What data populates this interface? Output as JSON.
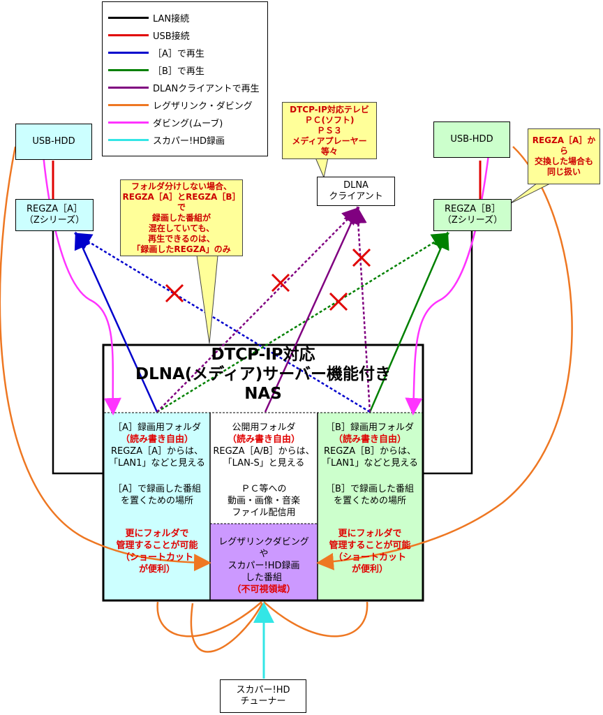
{
  "legend": [
    {
      "label": "LAN接続",
      "color": "#000000"
    },
    {
      "label": "USB接続",
      "color": "#e00000"
    },
    {
      "label": "［A］で再生",
      "color": "#0000cc"
    },
    {
      "label": "［B］で再生",
      "color": "#008000"
    },
    {
      "label": "DLANクライアントで再生",
      "color": "#800080"
    },
    {
      "label": "レグザリンク・ダビング",
      "color": "#ee7722"
    },
    {
      "label": "ダビング(ムーブ)",
      "color": "#ff33ff"
    },
    {
      "label": "スカパー!HD録画",
      "color": "#33e6e6"
    }
  ],
  "nodes": {
    "usb_hdd_a": "USB-HDD",
    "usb_hdd_b": "USB-HDD",
    "regza_a": [
      "REGZA［A］",
      "（Zシリーズ）"
    ],
    "regza_b": [
      "REGZA［B］",
      "（Zシリーズ）"
    ],
    "dlna_client": [
      "DLNA",
      "クライアント"
    ],
    "tuner": [
      "スカパー!HD",
      "チューナー"
    ]
  },
  "callouts": {
    "folder_note": [
      "フォルダ分けしない場合、",
      "REGZA［A］とREGZA［B］で",
      "録画した番組が",
      "混在していても、",
      "再生できるのは、",
      "「録画したREGZA」のみ"
    ],
    "dtcp_tv": [
      "DTCP-IP対応テレビ",
      "ＰＣ(ソフト)",
      "ＰＳ３",
      "メディアプレーヤー",
      "等々"
    ],
    "regza_b_note": [
      "REGZA［A］から",
      "交換した場合も",
      "同じ扱い"
    ]
  },
  "nas": {
    "title": [
      "DTCP-IP対応",
      "DLNA(メディア)サーバー機能付き",
      "NAS"
    ],
    "folder_a": {
      "name": "［A］録画用フォルダ",
      "access": "（読み書き自由）",
      "seen": [
        "REGZA［A］からは、",
        "「LAN1」などと見える"
      ],
      "purpose": [
        "［A］で録画した番組",
        "を置くための場所"
      ],
      "note": [
        "更にフォルダで",
        "管理することが可能",
        "（ショートカット",
        "が便利）"
      ]
    },
    "public": {
      "name": "公開用フォルダ",
      "access": "（読み書き自由）",
      "seen": [
        "REGZA［A/B］からは、",
        "「LAN-S」と見える"
      ],
      "purpose": [
        "ＰＣ等への",
        "動画・画像・音楽",
        "ファイル配信用"
      ]
    },
    "invisible": {
      "lines": [
        "レグザリンクダビング",
        "や",
        "スカパー!HD録画",
        "した番組"
      ],
      "note": "（不可視領域）"
    },
    "folder_b": {
      "name": "［B］録画用フォルダ",
      "access": "（読み書き自由）",
      "seen": [
        "REGZA［B］からは、",
        "「LAN1」などと見える"
      ],
      "purpose": [
        "［B］で録画した番組",
        "を置くための場所"
      ],
      "note": [
        "更にフォルダで",
        "管理することが可能",
        "（ショートカット",
        "が便利）"
      ]
    }
  },
  "colors": {
    "lan": "#000000",
    "usb": "#e00000",
    "play_a": "#0000cc",
    "play_b": "#008000",
    "dlna": "#800080",
    "regza_link": "#ee7722",
    "dubbing": "#ff33ff",
    "skyperfect": "#33e6e6",
    "cross": "#e00000",
    "cyan_fill": "#ccffff",
    "green_fill": "#ccffcc",
    "purple_fill": "#cc99ff",
    "callout_fill": "#ffff99"
  }
}
